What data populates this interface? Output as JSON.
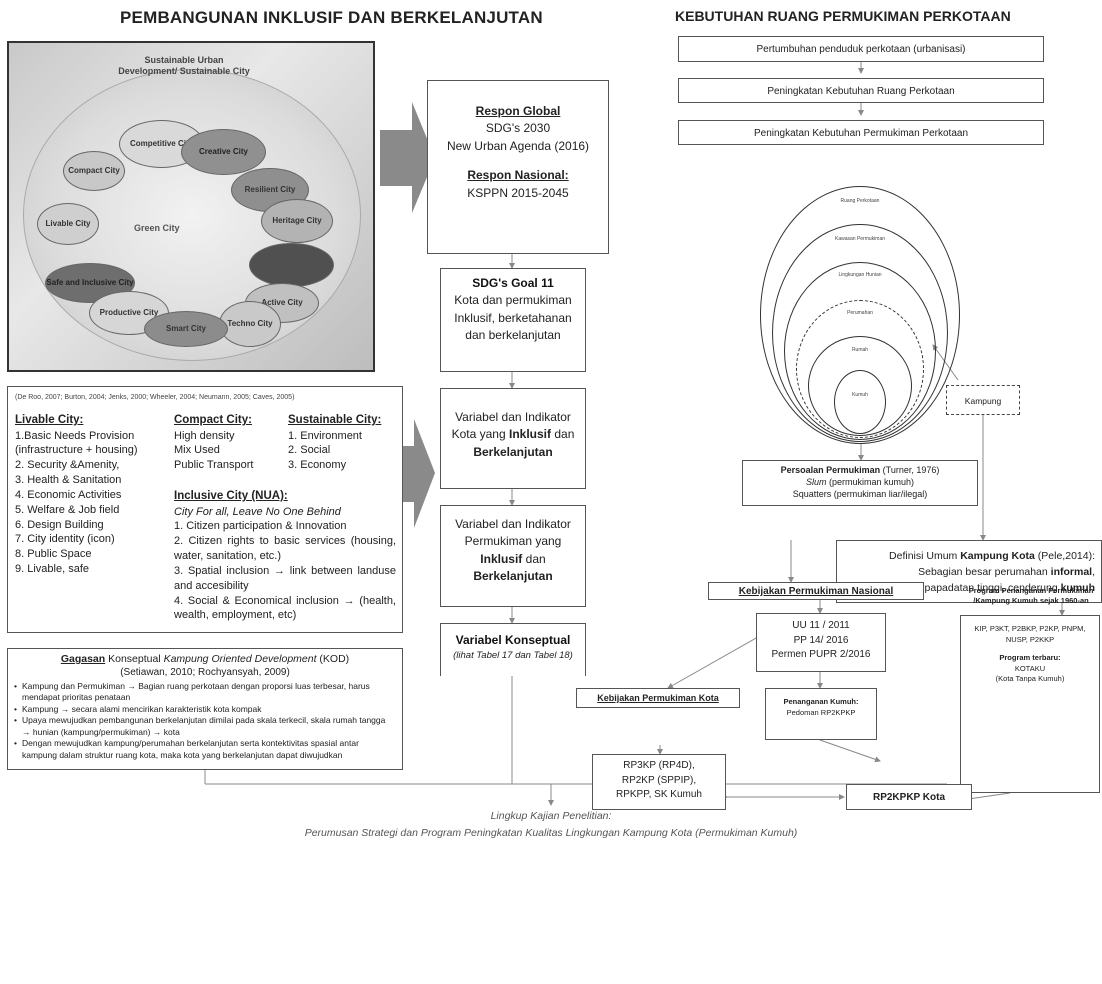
{
  "left_title": "PEMBANGUNAN INKLUSIF DAN BERKELANJUTAN",
  "right_title": "KEBUTUHAN RUANG PERMUKIMAN PERKOTAAN",
  "urban_diagram": {
    "heading": "Sustainable Urban Development/ Sustainable City",
    "center": "Green City",
    "cities": [
      "Competitive City",
      "Creative City",
      "Compact City",
      "Resilient City",
      "Heritage City",
      "Livable City",
      "Active City",
      "Techno City",
      "Productive City",
      "Smart City",
      "Safe and Inclusive City"
    ]
  },
  "center_boxes": {
    "global_head": "Respon Global",
    "global_l1": "SDG's 2030",
    "global_l2": "New Urban Agenda (2016)",
    "national_head": "Respon Nasional:",
    "national_l1": "KSPPN 2015-2045",
    "goal_head": "SDG's Goal 11",
    "goal_text": "Kota dan permukiman Inklusif, berketahanan dan berkelanjutan",
    "var1_a": "Variabel dan Indikator Kota yang",
    "var1_b": "Inklusif",
    "var1_c": "dan",
    "var1_d": "Berkelanjutan",
    "var2_a": "Variabel dan Indikator Permukiman yang",
    "var2_b": "Inklusif",
    "var2_c": "dan",
    "var2_d": "Berkelanjutan",
    "concept_head": "Variabel Konseptual",
    "concept_sub": "(lihat Tabel 17 dan Tabel 18)"
  },
  "theory": {
    "refs": "(De Roo, 2007; Burton, 2004; Jenks, 2000; Wheeler, 2004; Neumann, 2005; Caves, 2005)",
    "livable_head": "Livable City:",
    "livable": [
      "1.Basic Needs Provision",
      "(infrastructure + housing)",
      "2. Security &Amenity,",
      "3. Health & Sanitation",
      "4. Economic Activities",
      "5. Welfare & Job field",
      "6. Design Building",
      "7. City identity (icon)",
      "8. Public Space",
      "9. Livable, safe"
    ],
    "compact_head": "Compact City:",
    "compact": [
      "High density",
      "Mix Used",
      "Public Transport"
    ],
    "sustainable_head": "Sustainable City:",
    "sustainable": [
      "1. Environment",
      "2. Social",
      "3. Economy"
    ],
    "inclusive_head": "Inclusive City (NUA):",
    "inclusive_sub": "City For all, Leave No One Behind",
    "inclusive": [
      "1. Citizen participation & Innovation",
      "2. Citizen rights to basic services (housing, water, sanitation, etc.)",
      "3. Spatial inclusion → link between landuse and accesibility",
      "4. Social & Economical inclusion → (health, wealth, employment, etc)"
    ]
  },
  "kod": {
    "head_a": "Gagasan",
    "head_b": "Konseptual",
    "head_c": "Kampung Oriented Development",
    "head_d": "(KOD)",
    "refs": "(Setiawan, 2010; Rochyansyah, 2009)",
    "bullets": [
      "Kampung dan Permukiman → Bagian ruang perkotaan dengan proporsi luas terbesar, harus mendapat prioritas penataan",
      "Kampung → secara alami mencirikan karakteristik kota kompak",
      "Upaya mewujudkan pembangunan berkelanjutan dimilai pada skala terkecil, skala rumah tangga → hunian (kampung/permukiman) → kota",
      "Dengan mewujudkan kampung/perumahan berkelanjutan serta kontektivitas spasial antar kampung dalam struktur ruang kota, maka kota yang berkelanjutan dapat diwujudkan"
    ]
  },
  "right_flow": {
    "step1": "Pertumbuhan penduduk perkotaan (urbanisasi)",
    "step2": "Peningkatan Kebutuhan Ruang Perkotaan",
    "step3": "Peningkatan Kebutuhan Permukiman Perkotaan",
    "circles": [
      "Ruang Perkotaan",
      "Kawasan Permukiman",
      "Lingkungan Hunian",
      "Perumahan",
      "Rumah",
      "Kumuh"
    ],
    "kampung": "Kampung",
    "persoalan_head": "Persoalan Permukiman",
    "persoalan_ref": "(Turner, 1976)",
    "persoalan_l1a": "Slum",
    "persoalan_l1b": "(permukiman kumuh)",
    "persoalan_l2": "Squatters (permukiman liar/ilegal)",
    "definisi_a": "Definisi Umum",
    "definisi_b": "Kampung Kota",
    "definisi_c": "(Pele,2014):",
    "definisi_l2a": "Sebagian besar perumahan",
    "definisi_l2b": "informal",
    "definisi_l3a": "kepapadatan tinggi, cenderung",
    "definisi_l3b": "kumuh",
    "kebijakan_nasional": "Kebijakan Permukiman Nasional",
    "uu": [
      "UU 11 / 2011",
      "PP 14/ 2016",
      "Permen PUPR 2/2016"
    ],
    "program_head": "Program Penanganan Permukiman /Kampung Kumuh sejak 1960-an",
    "program_list": "KIP, P3KT, P2BKP, P2KP, PNPM, NUSP, P2KKP",
    "program_new_head": "Program terbaru:",
    "program_new_1": "KOTAKU",
    "program_new_2": "(Kota Tanpa Kumuh)",
    "kebijakan_kota": "Kebijakan Permukiman Kota",
    "penanganan_head": "Penanganan Kumuh:",
    "penanganan_sub": "Pedoman RP2KPKP",
    "rp3kp": [
      "RP3KP (RP4D),",
      "RP2KP (SPPIP),",
      "RPKPP, SK Kumuh"
    ],
    "rp2kpkp": "RP2KPKP Kota"
  },
  "bottom": {
    "line1": "Lingkup Kajian Penelitian:",
    "line2": "Perumusan Strategi dan Program Peningkatan Kualitas Lingkungan Kampung Kota (Permukiman Kumuh)"
  }
}
